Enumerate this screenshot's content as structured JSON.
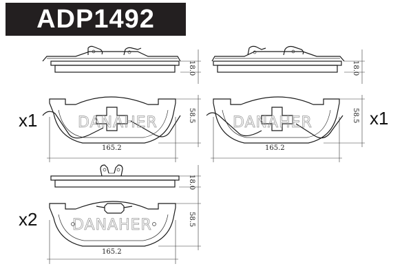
{
  "title": "ADP1492",
  "colors": {
    "title_bg": "#231f20",
    "title_fg": "#ffffff",
    "line": "#1a1a1a"
  },
  "watermark": "DANAHER",
  "quantities": {
    "top_left": "x1",
    "top_right": "x1",
    "bottom": "x2"
  },
  "dimensions": {
    "thickness": "18.0",
    "height": "58.5",
    "width": "165.2"
  }
}
